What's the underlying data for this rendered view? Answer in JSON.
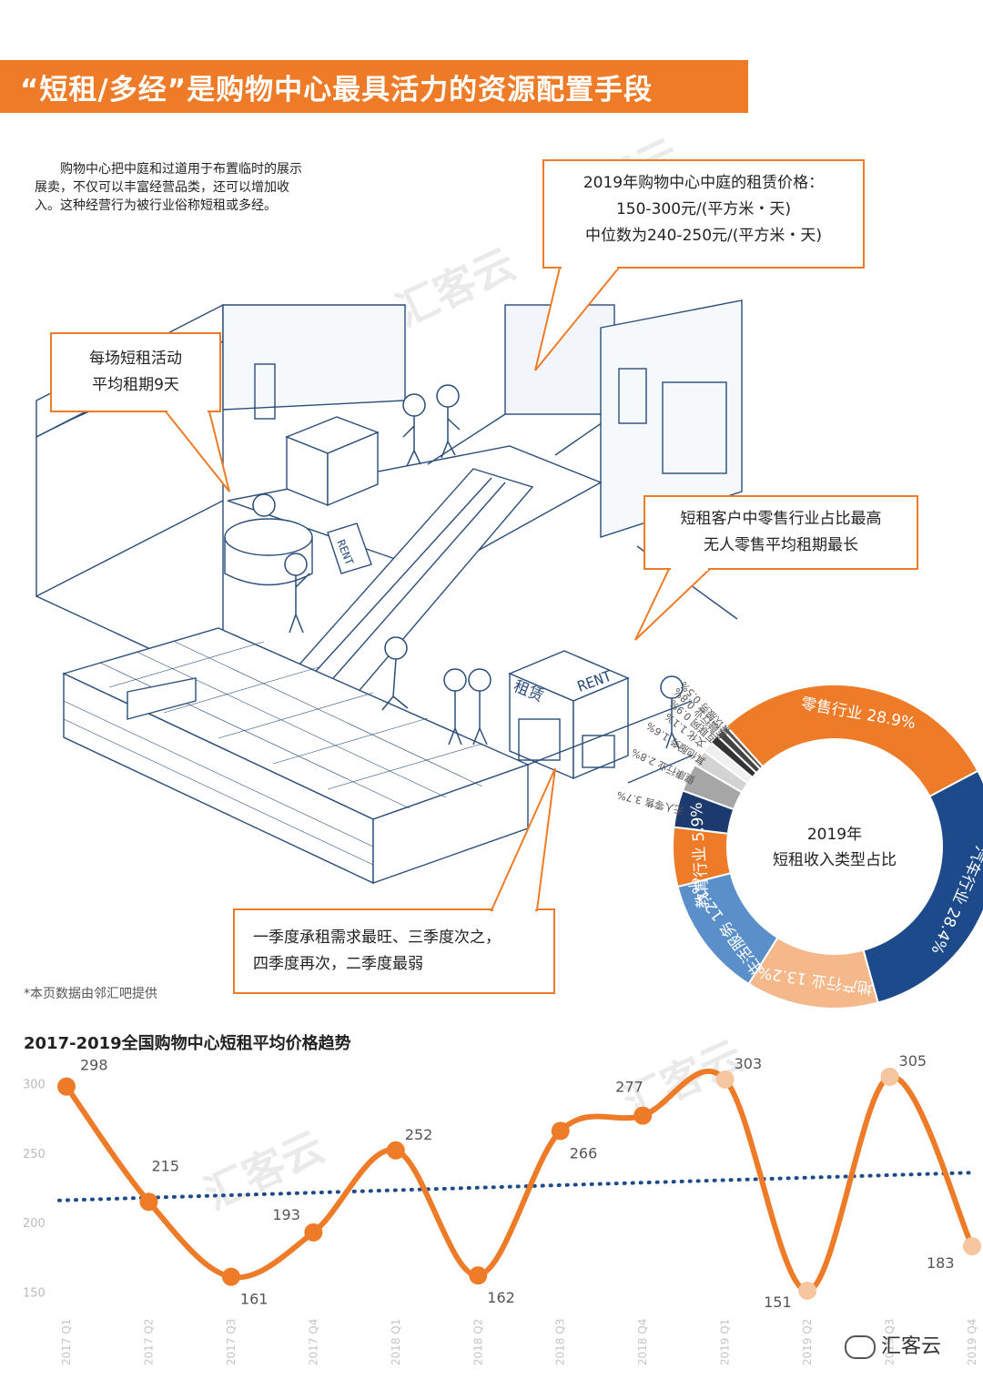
{
  "title": "“短租/多经”是购物中心最具活力的资源配置手段",
  "intro": "　　购物中心把中庭和过道用于布置临时的展示展卖，不仅可以丰富经营品类，还可以增加收入。这种经营行为被行业俗称短租或多经。",
  "callouts": {
    "price": [
      "2019年购物中心中庭的租赁价格：",
      "150-300元/(平方米・天)",
      "中位数为240-250元/(平方米・天)"
    ],
    "duration": [
      "每场短租活动",
      "平均租期9天"
    ],
    "retail": [
      "短租客户中零售行业占比最高",
      "无人零售平均租期最长"
    ],
    "season": [
      "一季度承租需求最旺、三季度次之，",
      "四季度再次，二季度最弱"
    ]
  },
  "illustration_signs": {
    "rent1": "RENT",
    "rent2": "RENT",
    "rent_cn": "租赁"
  },
  "footnote": "*本页数据由邻汇吧提供",
  "watermark": "汇客云",
  "logo_text": "汇客云",
  "chart_data": [
    {
      "type": "pie",
      "title": "2019年短租收入类型占比",
      "slices": [
        {
          "label": "零售行业",
          "value": 28.9,
          "display": "28.9%",
          "color": "#ee7b27"
        },
        {
          "label": "汽车行业",
          "value": 28.4,
          "display": "28.4%",
          "color": "#1d4a8a"
        },
        {
          "label": "地产行业",
          "value": 13.2,
          "display": "13.2%",
          "color": "#f4b88a"
        },
        {
          "label": "生活服务",
          "value": 12.1,
          "display": "12.1%",
          "color": "#5b8fc9"
        },
        {
          "label": "教育行业",
          "value": 5.9,
          "display": "5.9%",
          "color": "#ee7b27"
        },
        {
          "label": "无人零售",
          "value": 3.7,
          "display": "3.7%",
          "color": "#1d3a6e"
        },
        {
          "label": "健康行业",
          "value": 2.8,
          "display": "2.8%",
          "color": "#a6a6a6"
        },
        {
          "label": "其他服务",
          "value": 1.6,
          "display": "1.6%",
          "color": "#d3d3d3"
        },
        {
          "label": "文化",
          "value": 1.1,
          "display": "1.1%",
          "color": "#f0f0f0"
        },
        {
          "label": "互联网",
          "value": 0.9,
          "display": "0.9%",
          "color": "#333333"
        },
        {
          "label": "金融行业",
          "value": 0.8,
          "display": "0.8%",
          "color": "#444444"
        },
        {
          "label": "餐饮服务",
          "value": 0.5,
          "display": "0.5%",
          "color": "#555555"
        }
      ]
    },
    {
      "type": "line",
      "title": "2017-2019全国购物中心短租平均价格趋势",
      "categories": [
        "2017 Q1",
        "2017 Q2",
        "2017 Q3",
        "2017 Q4",
        "2018 Q1",
        "2018 Q2",
        "2018 Q3",
        "2018 Q4",
        "2019 Q1",
        "2019 Q2",
        "2019 Q3",
        "2019 Q4"
      ],
      "series": [
        {
          "values": [
            298,
            215,
            161,
            193,
            252,
            162,
            266,
            277,
            303,
            151,
            305,
            183
          ]
        }
      ],
      "trendline": {
        "style": "dotted",
        "start": 216,
        "end": 236
      },
      "ylim": [
        130,
        320
      ],
      "yticks": [
        150,
        200,
        250,
        300
      ],
      "grid": false
    }
  ]
}
